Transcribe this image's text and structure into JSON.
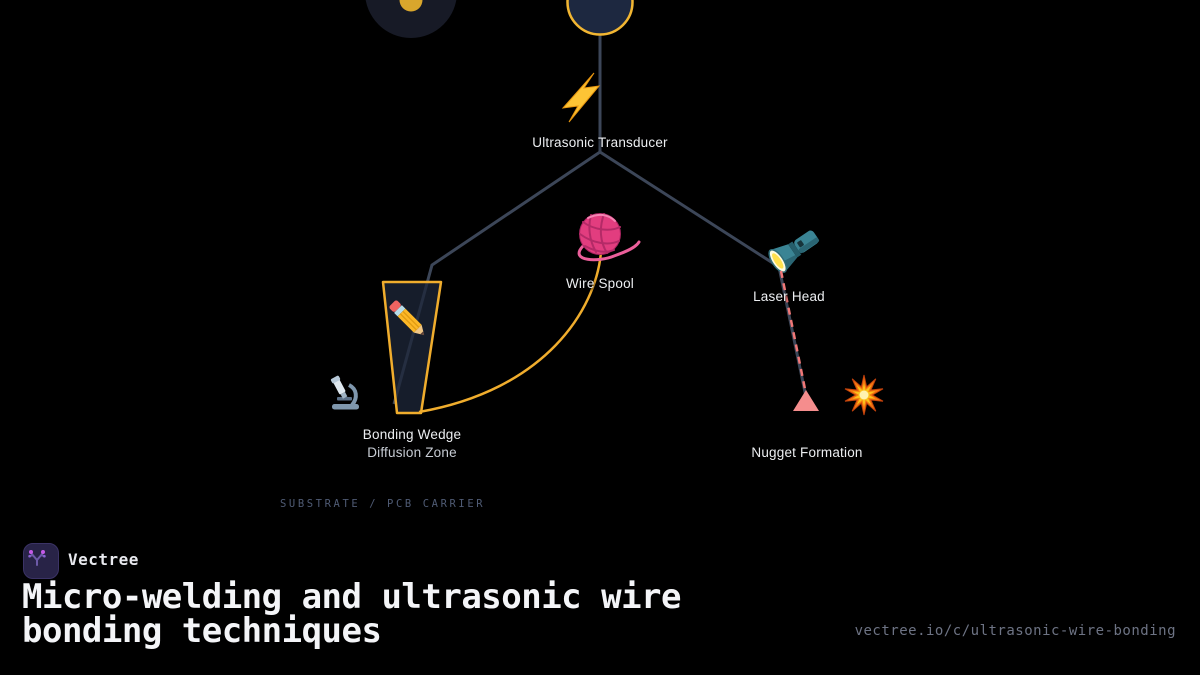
{
  "brand": {
    "name": "Vectree",
    "logo_icon": "vectree-branch-icon"
  },
  "page": {
    "title": "Micro-welding and ultrasonic wire bonding techniques",
    "url": "vectree.io/c/ultrasonic-wire-bonding"
  },
  "diagram": {
    "nodes": [
      {
        "id": "ultrasonic-transducer",
        "label": "Ultrasonic Transducer",
        "icon": "lightning-bolt-icon"
      },
      {
        "id": "wire-spool",
        "label": "Wire Spool",
        "icon": "yarn-ball-icon"
      },
      {
        "id": "laser-head",
        "label": "Laser Head",
        "icon": "flashlight-icon"
      },
      {
        "id": "bonding-wedge",
        "label": "Bonding Wedge",
        "icon": "pencil-icon"
      },
      {
        "id": "diffusion-zone",
        "label": "Diffusion Zone",
        "icon": "microscope-icon"
      },
      {
        "id": "nugget-formation",
        "label": "Nugget Formation",
        "icon": "explosion-icon"
      }
    ],
    "baseline_label": "SUBSTRATE / PCB CARRIER",
    "colors": {
      "accent_amber": "#f0ad2d",
      "edge_slate": "#3c4658",
      "laser_red": "#f07878",
      "weld_triangle": "#f58d8d",
      "background": "#11141d"
    }
  }
}
